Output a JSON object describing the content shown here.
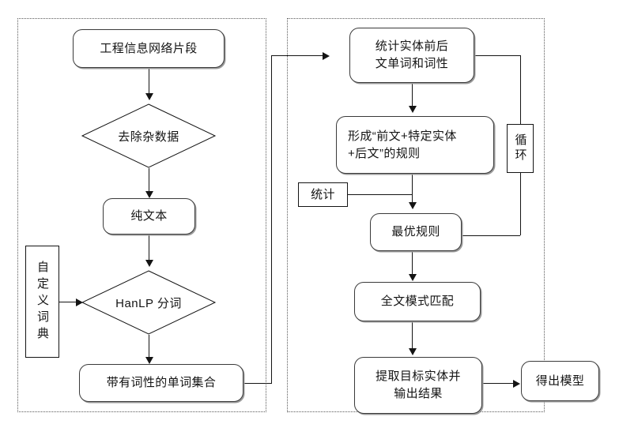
{
  "diagram": {
    "title_text_lang": "zh",
    "panels": [
      {
        "name": "preprocessing-panel"
      },
      {
        "name": "rule-mining-panel"
      }
    ],
    "nodes": {
      "source_fragment": "工程信息网络片段",
      "remove_noise": "去除杂数据",
      "plain_text": "纯文本",
      "hanlp_segment": "HanLP 分词",
      "word_set_with_pos": "带有词性的单词集合",
      "custom_dictionary": "自定义词典",
      "count_context": "统计实体前后\n文单词和词性",
      "form_rule": "形成“前文+特定实体\n+后文”的规则",
      "statistics": "统计",
      "loop": "循环",
      "best_rule": "最优规则",
      "fulltext_match": "全文模式匹配",
      "extract_output": "提取目标实体并\n输出结果",
      "get_model": "得出模型"
    },
    "colors": {
      "stroke": "#141414",
      "panel_border": "#5a5a5a",
      "node_fill": "#ffffff",
      "shadow": "#9a9a9a"
    }
  }
}
